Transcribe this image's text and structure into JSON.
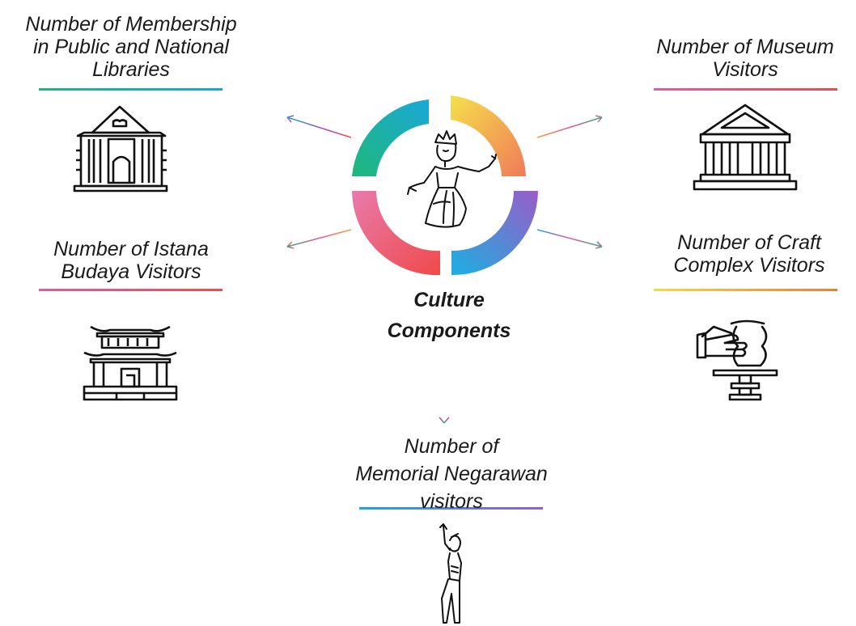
{
  "center": {
    "title_lines": [
      "Culture",
      "Components"
    ]
  },
  "nodes": {
    "libraries": {
      "lines": [
        "Number of Membership",
        "in Public and National",
        "Libraries"
      ],
      "icon": "library-building-icon",
      "underline": [
        "#1fb87a",
        "#1aa8d8"
      ]
    },
    "museum": {
      "lines": [
        "Number of Museum",
        "Visitors"
      ],
      "icon": "museum-columns-icon",
      "underline": [
        "#e85a9c",
        "#f04a4a"
      ]
    },
    "istana": {
      "lines": [
        "Number of Istana",
        "Budaya Visitors"
      ],
      "icon": "istana-budaya-pagoda-icon",
      "underline": [
        "#e85a9c",
        "#f04a4a"
      ]
    },
    "craft": {
      "lines": [
        "Number of Craft",
        "Complex Visitors"
      ],
      "icon": "pottery-hand-icon",
      "underline": [
        "#f5d84a",
        "#f07a3a"
      ]
    },
    "memorial": {
      "lines": [
        "Number of",
        "Memorial Negarawan",
        "visitors"
      ],
      "icon": "statesman-statue-icon",
      "underline": [
        "#1aa8d8",
        "#9a5cc8"
      ]
    }
  },
  "colors": {
    "ring_top_left": [
      "#1fb87a",
      "#1aa8d8"
    ],
    "ring_top_right": [
      "#f5e04a",
      "#f07a5a"
    ],
    "ring_bottom_left": [
      "#e87aac",
      "#f04a4a"
    ],
    "ring_bottom_right": [
      "#1ab0e0",
      "#9a5cc8"
    ]
  }
}
